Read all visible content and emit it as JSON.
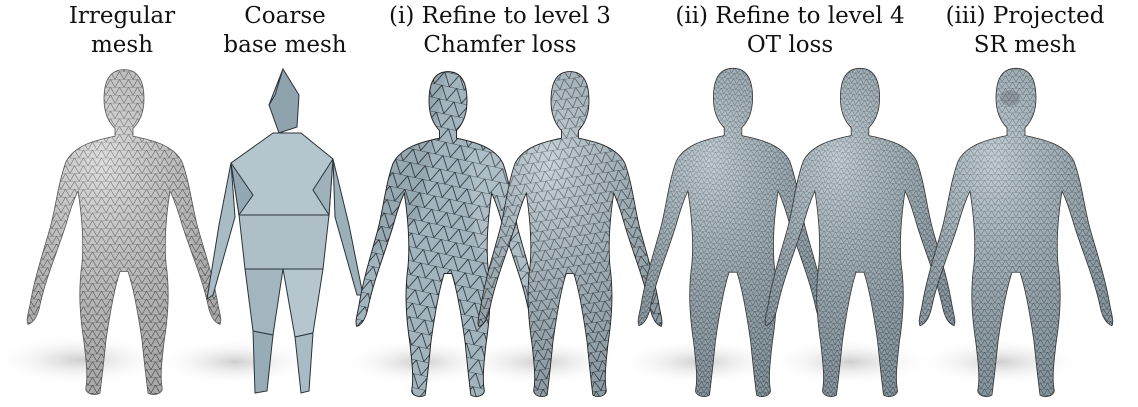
{
  "captions": [
    {
      "line1": "Irregular",
      "line2": "mesh"
    },
    {
      "line1": "Coarse",
      "line2": "base mesh"
    },
    {
      "line1": "(i) Refine to level 3",
      "line2": "Chamfer loss"
    },
    {
      "line1": "(ii) Refine to level 4",
      "line2": "OT loss"
    },
    {
      "line1": "(iii) Projected",
      "line2": "SR mesh"
    }
  ],
  "figures": [
    {
      "name": "irregular-mesh",
      "style": "irregular"
    },
    {
      "name": "coarse-base-mesh",
      "style": "coarse"
    },
    {
      "name": "level3-chamfer-a",
      "style": "level3-faceted"
    },
    {
      "name": "level3-chamfer-b",
      "style": "level3-smooth"
    },
    {
      "name": "level4-ot-a",
      "style": "level4"
    },
    {
      "name": "level4-ot-b",
      "style": "level4"
    },
    {
      "name": "projected-sr-mesh",
      "style": "sr"
    }
  ],
  "colors": {
    "irregular_fill": "#c9c9c9",
    "mesh_fill": "#a9bcc6",
    "mesh_fill_dark": "#8ea3ae",
    "wire": "#2b3338",
    "shadow": "#d4d4d4"
  }
}
